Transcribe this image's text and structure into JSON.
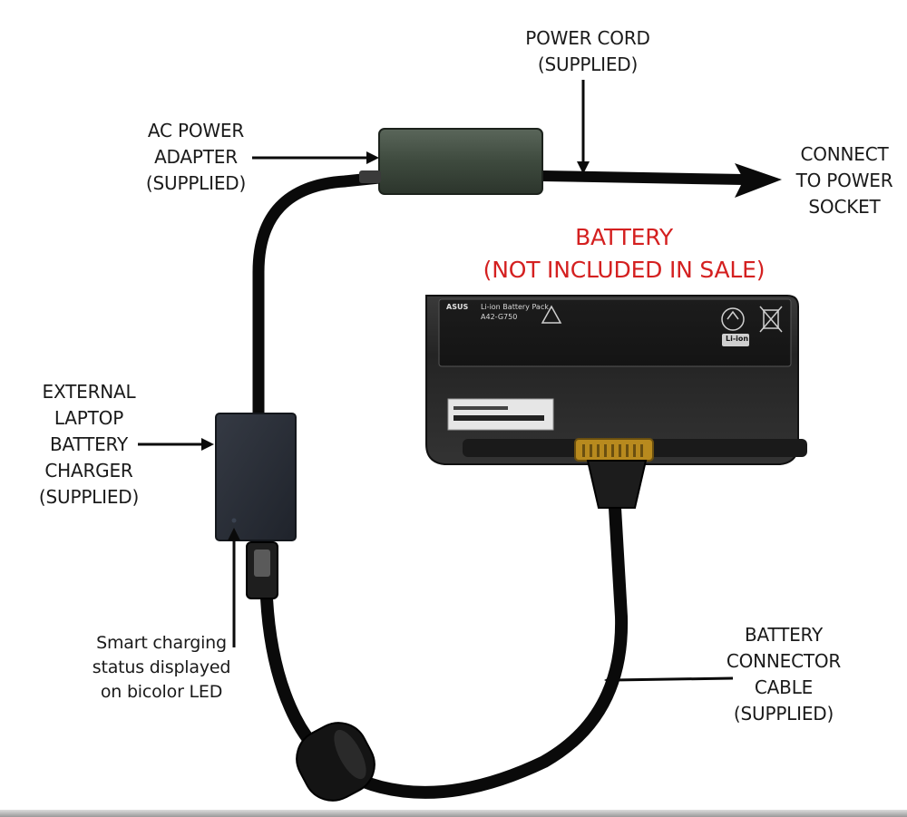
{
  "labels": {
    "power_cord": [
      "POWER CORD",
      "(SUPPLIED)"
    ],
    "ac_adapter": [
      "AC POWER",
      "ADAPTER",
      "(SUPPLIED)"
    ],
    "power_socket": [
      "CONNECT",
      "TO POWER",
      "SOCKET"
    ],
    "battery": [
      "BATTERY",
      "(NOT INCLUDED IN SALE)"
    ],
    "external_charger": [
      "EXTERNAL",
      "LAPTOP",
      "BATTERY",
      "CHARGER",
      "(SUPPLIED)"
    ],
    "led_status": [
      "Smart charging",
      "status displayed",
      "on bicolor LED"
    ],
    "connector_cable": [
      "BATTERY",
      "CONNECTOR",
      "CABLE",
      "(SUPPLIED)"
    ]
  },
  "battery_plate": {
    "brand": "ASUS",
    "product": "Li-ion Battery Pack",
    "model": "A42-G750",
    "li_ion_badge": "Li-ion"
  },
  "colors": {
    "label_red": "#d42020",
    "adapter_green": "#3e4a3e",
    "charger_body": "#262b34",
    "battery_body": "#2b2b2b",
    "cable": "#0a0a0a"
  }
}
